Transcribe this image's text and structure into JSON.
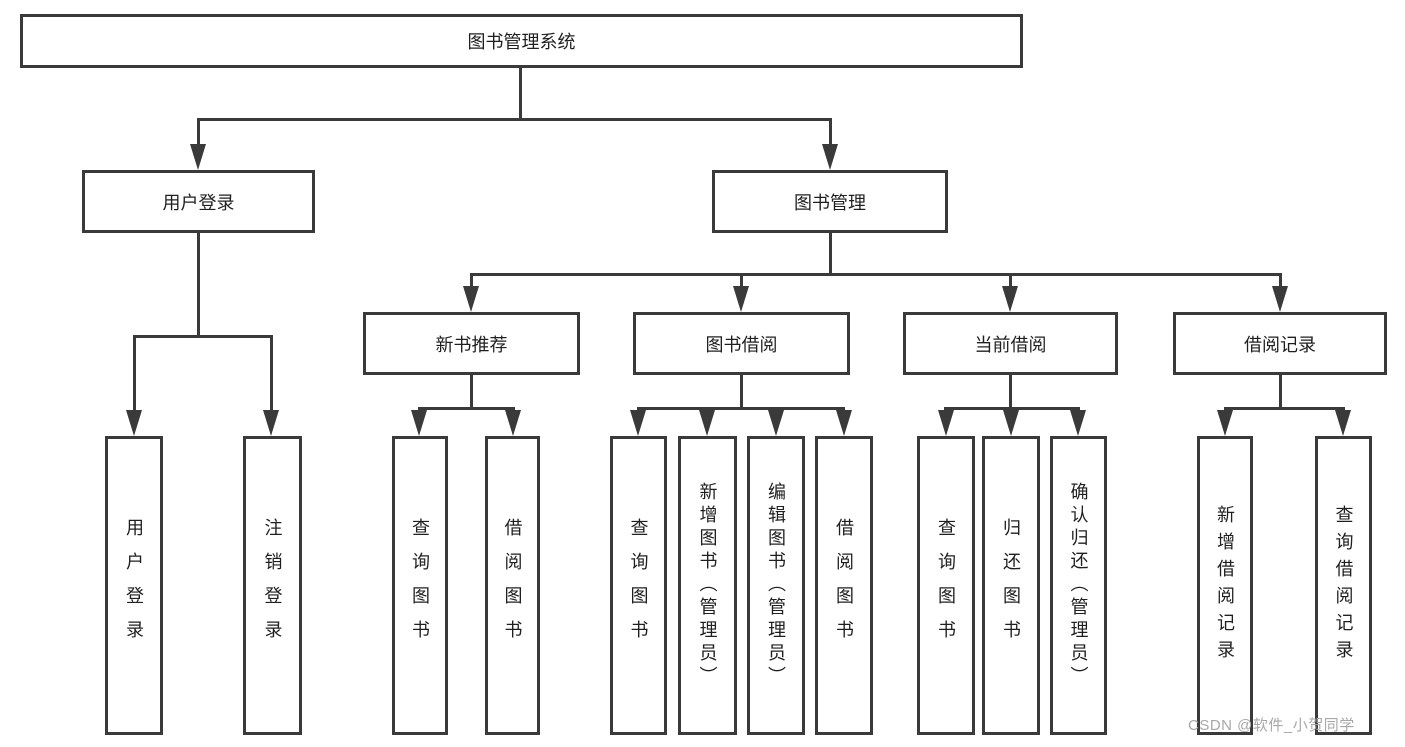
{
  "tree": {
    "label": "图书管理系统",
    "children": [
      {
        "label": "用户登录",
        "children": [
          {
            "label": "用户登录"
          },
          {
            "label": "注销登录"
          }
        ]
      },
      {
        "label": "图书管理",
        "children": [
          {
            "label": "新书推荐",
            "children": [
              {
                "label": "查询图书"
              },
              {
                "label": "借阅图书"
              }
            ]
          },
          {
            "label": "图书借阅",
            "children": [
              {
                "label": "查询图书"
              },
              {
                "label": "新增图书（管理员）"
              },
              {
                "label": "编辑图书（管理员）"
              },
              {
                "label": "借阅图书"
              }
            ]
          },
          {
            "label": "当前借阅",
            "children": [
              {
                "label": "查询图书"
              },
              {
                "label": "归还图书"
              },
              {
                "label": "确认归还（管理员）"
              }
            ]
          },
          {
            "label": "借阅记录",
            "children": [
              {
                "label": "新增借阅记录"
              },
              {
                "label": "查询借阅记录"
              }
            ]
          }
        ]
      }
    ]
  },
  "watermark": {
    "text": "CSDN @软件_小贺同学"
  },
  "colors": {
    "line": "#3a3a3a",
    "box_border": "#3a3a3a",
    "box_fill": "#ffffff",
    "text": "#1f1f1f",
    "watermark": "#a8a8a8",
    "background": "#ffffff"
  }
}
